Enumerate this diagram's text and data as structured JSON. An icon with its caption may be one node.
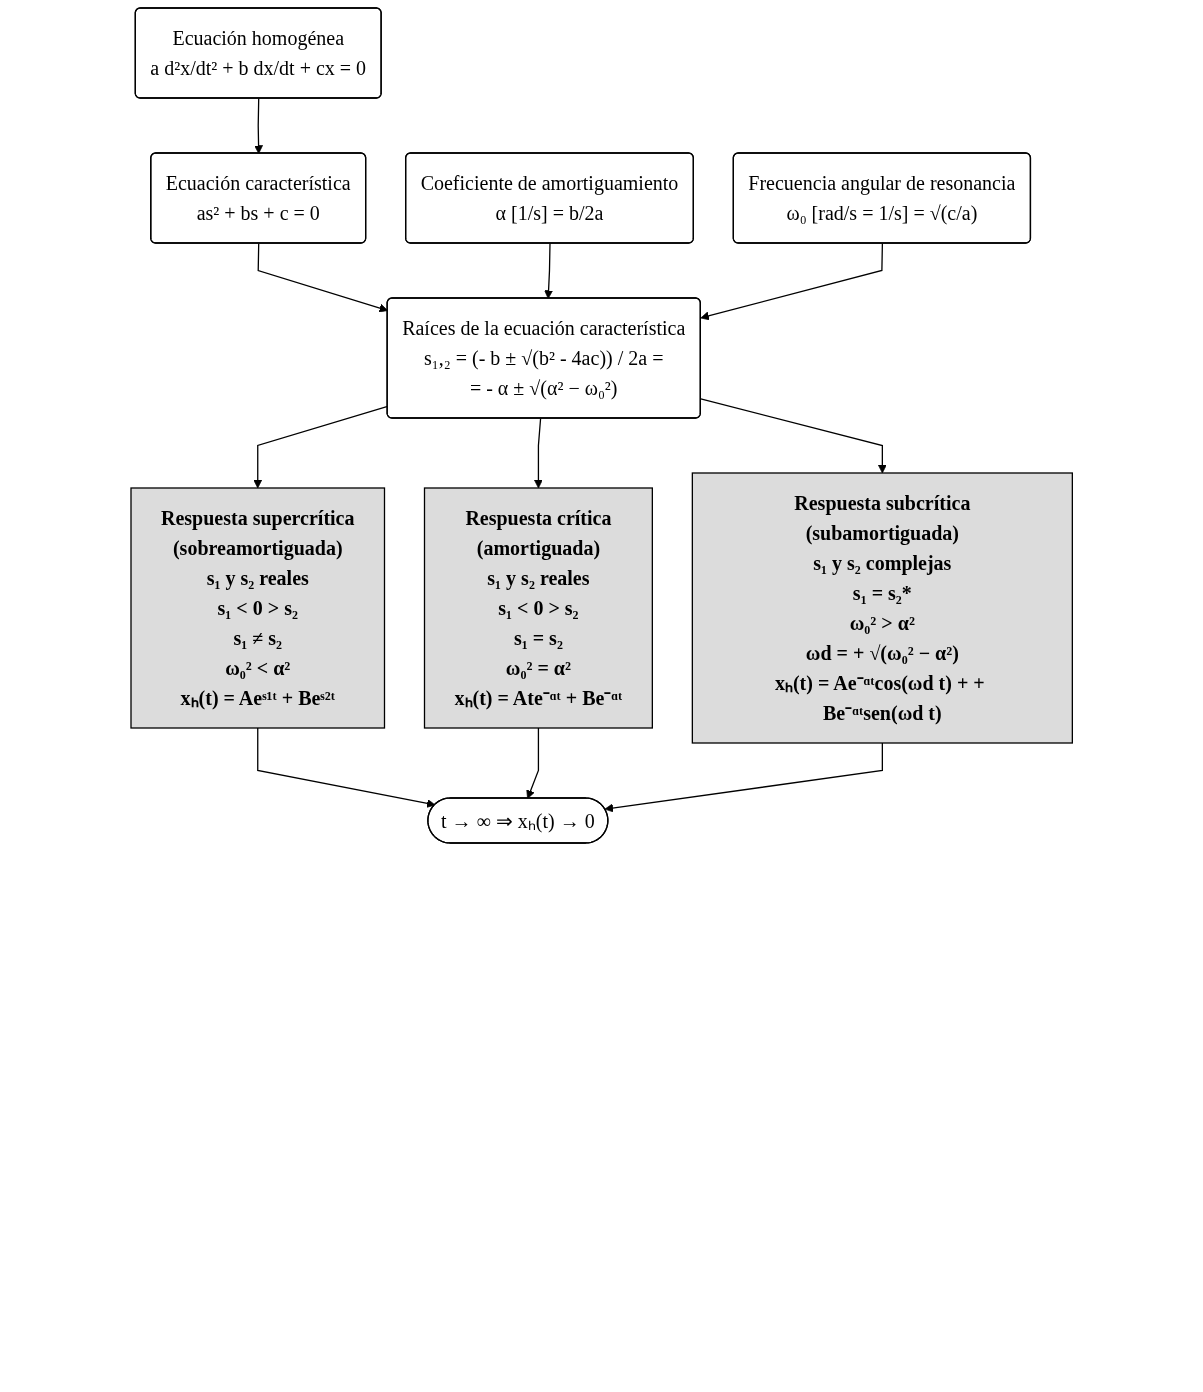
{
  "diagram": {
    "nodes": [
      {
        "text": [
          "Ecuación homogénea",
          "a d²x/dt² + b dx/dt + cx = 0"
        ]
      },
      {
        "text": [
          "Ecuación característica",
          "as² + bs + c = 0"
        ]
      },
      {
        "text": [
          "Coeficiente de amortiguamiento",
          "α [1/s] = b/2a"
        ]
      },
      {
        "text": [
          "Raíces de la ecuación característica",
          "s₁,₂ = (- b ± √(b² - 4ac)) / 2a =",
          "= - α ± √(α² − ω₀²)"
        ]
      },
      {
        "text": [
          "Frecuencia angular de resonancia",
          "ω₀ [rad/s = 1/s] = √(c/a)"
        ]
      },
      {
        "text": [
          "Respuesta supercrítica",
          "(sobreamortiguada)",
          "s₁ y s₂ reales",
          "s₁ < 0 > s₂",
          "s₁ ≠ s₂",
          "ω₀² < α²",
          "xₕ(t) = Aeˢ¹ᵗ + Beˢ²ᵗ"
        ]
      },
      {
        "text": [
          "Respuesta crítica",
          "(amortiguada)",
          "s₁ y s₂ reales",
          "s₁ < 0 > s₂",
          "s₁ = s₂",
          "ω₀² = α²",
          "xₕ(t) = Ate⁻ᵅᵗ + Be⁻ᵅᵗ"
        ]
      },
      {
        "text": [
          "Respuesta subcrítica",
          "(subamortiguada)",
          "s₁ y s₂ complejas",
          "s₁ = s₂*",
          "ω₀² > α²",
          "ωd = + √(ω₀² − α²)",
          "xₕ(t) = Ae⁻ᵅᵗcos(ωd t) + + Be⁻ᵅᵗsen(ωd t)"
        ]
      },
      {
        "text": [
          "t → ∞ ⇒ xₕ(t) → 0"
        ]
      }
    ],
    "edges": [
      {
        "from": 0,
        "to": 1,
        "arrow": "to"
      },
      {
        "from": 1,
        "to": 3,
        "arrow": "to"
      },
      {
        "from": 2,
        "to": 3,
        "arrow": "to"
      },
      {
        "from": 4,
        "to": 3,
        "arrow": "to"
      },
      {
        "from": 3,
        "to": 5,
        "arrow": "to"
      },
      {
        "from": 3,
        "to": 6,
        "arrow": "to"
      },
      {
        "from": 3,
        "to": 7,
        "arrow": "to"
      },
      {
        "from": 5,
        "to": 8,
        "arrow": "to"
      },
      {
        "from": 6,
        "to": 8,
        "arrow": "to"
      },
      {
        "from": 7,
        "to": 8,
        "arrow": "to"
      }
    ]
  }
}
